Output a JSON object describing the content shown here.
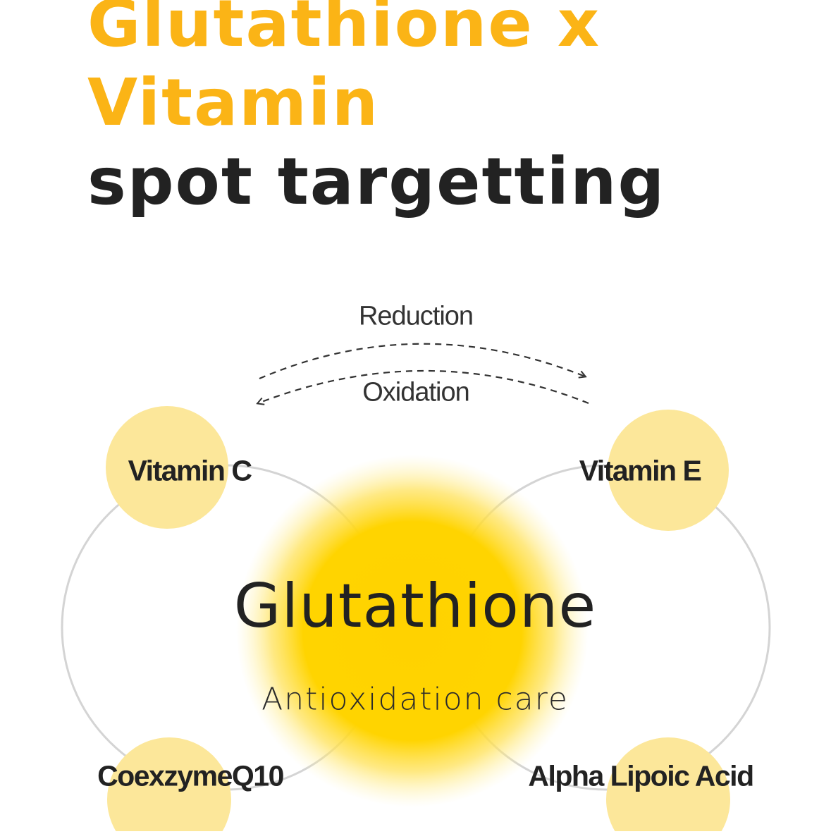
{
  "headline": {
    "line1": "Glutathione x",
    "line2": "Vitamin",
    "line3": "spot targetting"
  },
  "cycle": {
    "top_label": "Reduction",
    "bottom_label": "Oxidation"
  },
  "center": {
    "title": "Glutathione",
    "subtitle": "Antioxidation care"
  },
  "nodes": {
    "top_left": "Vitamin C",
    "top_right": "Vitamin E",
    "bottom_left": "CoexzymeQ10",
    "bottom_right": "Alpha Lipoic Acid"
  },
  "colors": {
    "accent": "#FBB416",
    "text_dark": "#222222",
    "node_fill": "#FCE79A",
    "center_glow": "#FFD200",
    "ring_stroke": "#D4D4D4"
  }
}
